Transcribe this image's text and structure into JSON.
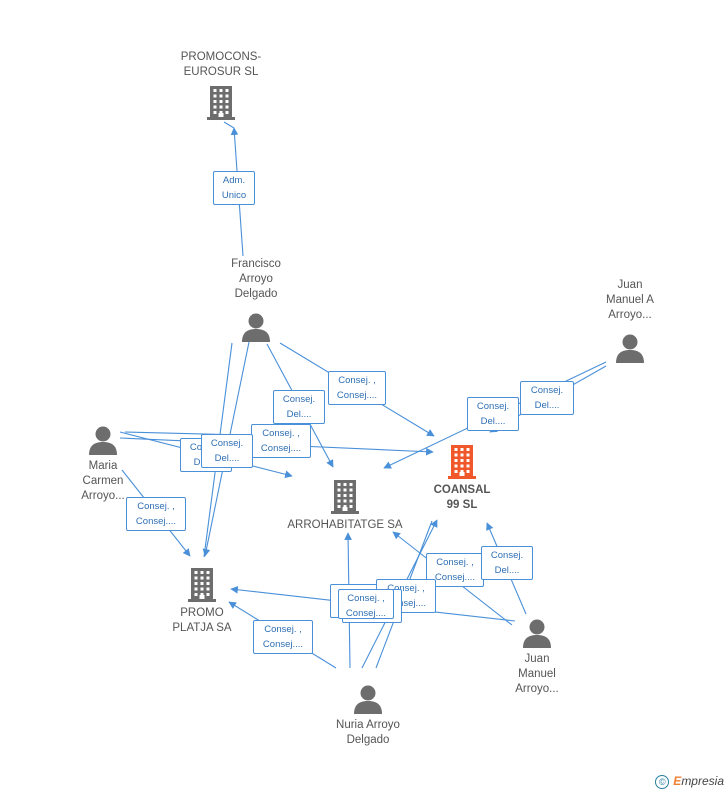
{
  "colors": {
    "edge": "#4a90d9",
    "company": "#6d6d6d",
    "person": "#6d6d6d",
    "main_company": "#f0582c"
  },
  "nodes": [
    {
      "id": "promocons",
      "type": "company",
      "label": "PROMOCONS-\nEUROSUR SL"
    },
    {
      "id": "francisco",
      "type": "person",
      "label": "Francisco\nArroyo\nDelgado"
    },
    {
      "id": "juan_manuel_a",
      "type": "person",
      "label": "Juan\nManuel A\nArroyo..."
    },
    {
      "id": "coansal",
      "type": "company",
      "main": true,
      "label": "COANSAL\n99 SL"
    },
    {
      "id": "maria",
      "type": "person",
      "label": "Maria\nCarmen\nArroyo..."
    },
    {
      "id": "arrohabitatge",
      "type": "company",
      "label": "ARROHABITATGE SA"
    },
    {
      "id": "promo_platja",
      "type": "company",
      "label": "PROMO\nPLATJA SA"
    },
    {
      "id": "juan_manuel",
      "type": "person",
      "label": "Juan\nManuel\nArroyo..."
    },
    {
      "id": "nuria",
      "type": "person",
      "label": "Nuria Arroyo\nDelgado"
    }
  ],
  "edge_labels": [
    "Adm.\nUnico",
    "Consej. ,\nConsej....",
    "Consej.\nDel....",
    "Consej.\nDel....",
    "Consej.\nDel....",
    "Consej. ,\nConsej....",
    "Consej.\nDel....",
    "Consej.\nDel....",
    "Consej. ,\nConsej....",
    "Consej. ,\nConsej....",
    "Consej.\nDel....",
    "Consej. ,\nConsej....",
    "Consej.\nDel....",
    "Consej. ,\nConsej....",
    "Consej. ,\nConsej....",
    "Consej. ,\nConsej...."
  ],
  "copyright": {
    "symbol": "©",
    "brand_first": "E",
    "brand_rest": "mpresia"
  }
}
